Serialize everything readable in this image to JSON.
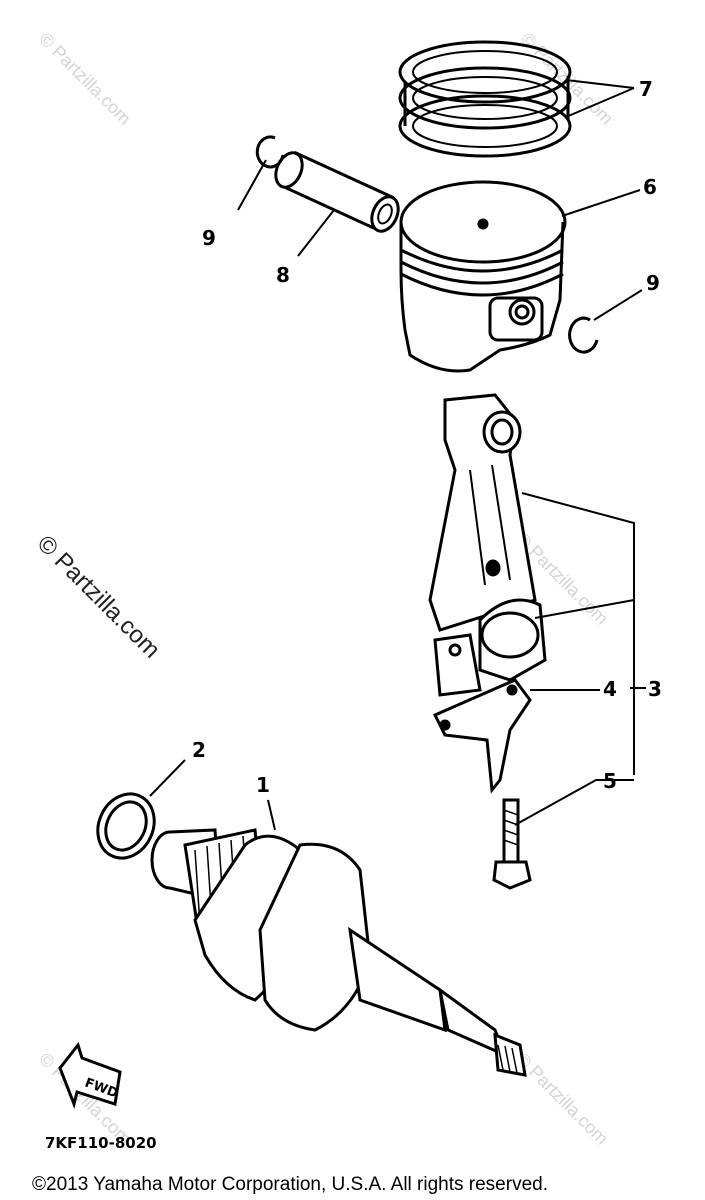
{
  "callouts": {
    "c1": "1",
    "c2": "2",
    "c3": "3",
    "c4": "4",
    "c5": "5",
    "c6": "6",
    "c7": "7",
    "c8": "8",
    "c9a": "9",
    "c9b": "9"
  },
  "diagram_code": "7KF110-8020",
  "fwd_label": "FWD",
  "copyright": "©2013  Yamaha Motor Corporation, U.S.A. All rights reserved.",
  "watermark": "© Partzilla.com",
  "colors": {
    "ink": "#000000",
    "watermark": "#d4d4d4",
    "background": "#ffffff"
  }
}
